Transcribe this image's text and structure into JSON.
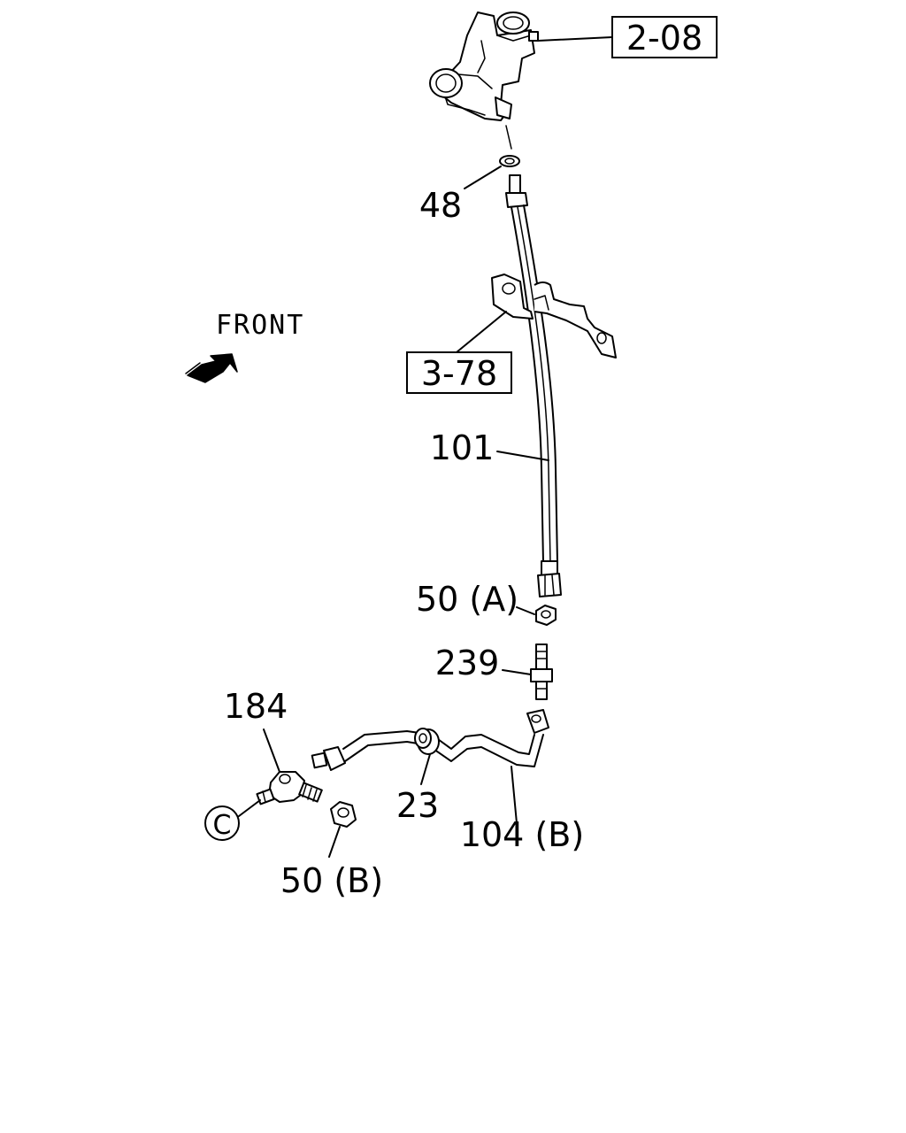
{
  "labels": {
    "ref_2_08": "2-08",
    "part_48": "48",
    "front": "FRONT",
    "ref_3_78": "3-78",
    "part_101": "101",
    "part_50a": "50 (A)",
    "part_239": "239",
    "part_184": "184",
    "callout_c": "C",
    "part_23": "23",
    "part_104b": "104 (B)",
    "part_50b": "50 (B)"
  },
  "icons": {
    "front_arrow": "front-arrow-icon"
  }
}
